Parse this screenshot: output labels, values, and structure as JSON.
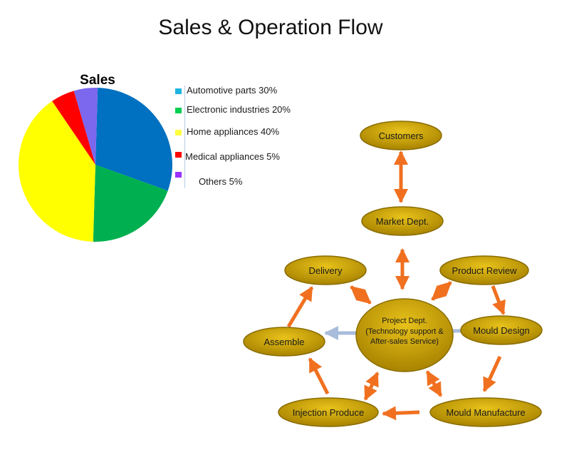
{
  "title": "Sales & Operation Flow",
  "chart_data": {
    "type": "pie",
    "title": "Sales",
    "categories": [
      "Automotive parts",
      "Electronic industries",
      "Home appliances",
      "Medical appliances",
      "Others"
    ],
    "values": [
      30,
      20,
      40,
      5,
      5
    ],
    "colors": [
      "#0070c0",
      "#00b050",
      "#ffff00",
      "#ff0000",
      "#7b68ee"
    ],
    "legend": [
      {
        "label": "Automotive parts 30%",
        "color": "#1fb4e0"
      },
      {
        "label": "Electronic  industries 20%",
        "color": "#00d050"
      },
      {
        "label": "Home appliances 40%",
        "color": "#ffff40"
      },
      {
        "label": "Medical appliances 5%",
        "color": "#ff0000"
      },
      {
        "label": "Others 5%",
        "color": "#9b30ff"
      }
    ]
  },
  "flow": {
    "nodes": {
      "customers": "Customers",
      "market": "Market Dept.",
      "delivery": "Delivery",
      "product_review": "Product Review",
      "project_line1": "Project Dept.",
      "project_line2": "(Technology support &",
      "project_line3": "After-sales Service)",
      "mould_design": "Mould Design",
      "assemble": "Assemble",
      "injection": "Injection Produce",
      "mould_manufacture": "Mould Manufacture"
    },
    "colors": {
      "node_fill": "#c8a000",
      "node_stroke": "#8a6d00",
      "arrow": "#f07020",
      "connector": "#a8bcdc"
    }
  }
}
